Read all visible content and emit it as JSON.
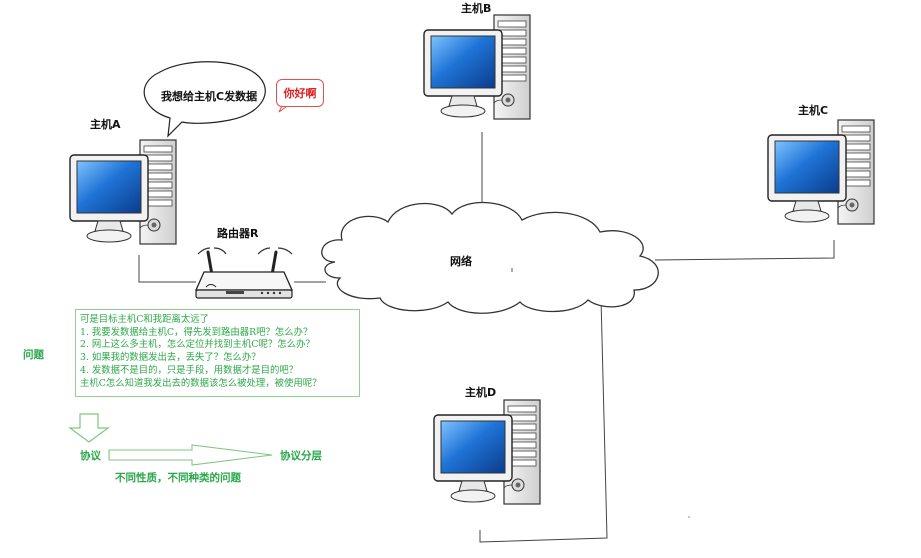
{
  "hosts": {
    "a": "主机A",
    "b": "主机B",
    "c": "主机C",
    "d": "主机D"
  },
  "router_label": "路由器R",
  "network_label": "网络",
  "speech": {
    "thought": "我想给主机C发数据",
    "hello": "你好啊"
  },
  "questions": {
    "heading": "问题",
    "lines": [
      "可是目标主机C和我距离太远了",
      "1.  我要发数据给主机C，得先发到路由器R吧？怎么办？",
      "2.  网上这么多主机，怎么定位并找到主机C呢？怎么办？",
      "3.  如果我的数据发出去，丢失了？怎么办？",
      "4.  发数据不是目的，只是手段，用数据才是目的吧？",
      "     主机C怎么知道我发出去的数据该怎么被处理，被使用呢？"
    ]
  },
  "flow": {
    "protocol": "协议",
    "layering": "协议分层",
    "caption": "不同性质，不同种类的问题"
  },
  "colors": {
    "accent_green": "#2aa84a",
    "hello_red": "#e02020",
    "screen_blue": "#1e6fd0"
  }
}
